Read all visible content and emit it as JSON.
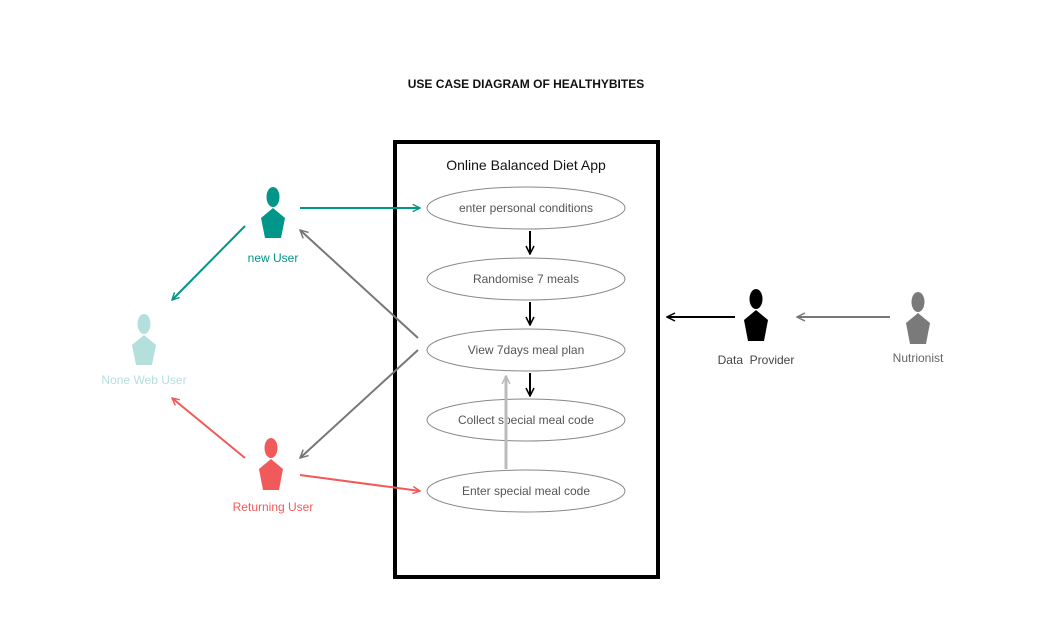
{
  "diagram_title": "USE CASE DIAGRAM OF HEALTHYBITES",
  "system": {
    "title": "Online Balanced Diet App"
  },
  "use_cases": [
    "enter personal conditions",
    "Randomise 7 meals",
    "View 7days meal plan",
    "Collect special meal code",
    "Enter special meal code"
  ],
  "actors": {
    "new_user": "new User",
    "none_web_user": "None Web User",
    "returning_user": "Returning User",
    "data_provider": "Data  Provider",
    "nutrionist": "Nutrionist"
  },
  "colors": {
    "new_user": "#00968a",
    "none_web_user": "#b3dfdc",
    "returning_user": "#f05a5a",
    "data_provider": "#000000",
    "nutrionist": "#7a7a7a",
    "gray_arrow": "#777777",
    "light_arrow": "#bbbbbb",
    "black_arrow": "#000000"
  }
}
